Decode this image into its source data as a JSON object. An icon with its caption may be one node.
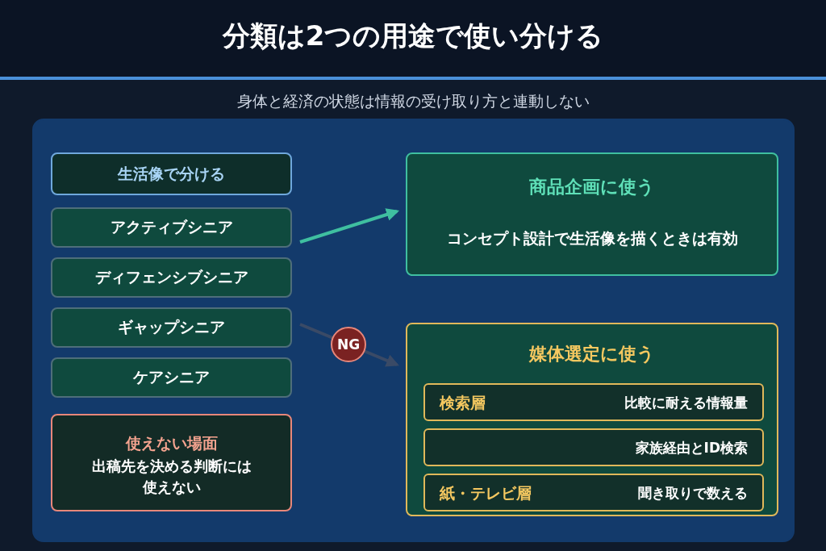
{
  "diagram": {
    "title": "分類は2つの用途で使い分ける",
    "nodes": [
      {
        "text": [],
        "shape": "box"
      },
      {
        "text": [
          "生活像で分ける"
        ],
        "in": 0
      },
      {
        "text": [
          "アクティブシニア"
        ],
        "in": 0
      },
      {
        "text": [
          "ディフェンシブシニア"
        ],
        "in": 0
      },
      {
        "text": [
          "ギャップシニア"
        ],
        "in": 0
      },
      {
        "text": [
          "ケアシニア"
        ],
        "in": 0
      },
      {
        "text": [
          "使えない場面",
          "出稿先を決める判断には使えない"
        ],
        "in": 0
      },
      {
        "text": [
          "商品企画に使う",
          "コンセプト設計で生活像を描くときは有効"
        ],
        "in": 0
      },
      {
        "text": [
          "媒体選定に使う"
        ],
        "in": 0
      },
      {
        "text": [
          "検索層",
          "比較に耐える情報量"
        ],
        "in": 8
      },
      {
        "text": [
          "家族経由とID検索"
        ],
        "in": 8
      },
      {
        "text": [
          "紙・テレビ層",
          "聞き取りで数える"
        ],
        "in": 8
      }
    ],
    "edges": [
      {
        "from": 2,
        "to": 7,
        "arrow": "to",
        "color": "#3fbfa0"
      },
      {
        "from": 4,
        "to": 8,
        "arrow": "to",
        "label": "NG",
        "color": "#3a4a66"
      }
    ],
    "labels": [
      "身体と経済の状態は情報の受け取り方と連動しない"
    ]
  }
}
